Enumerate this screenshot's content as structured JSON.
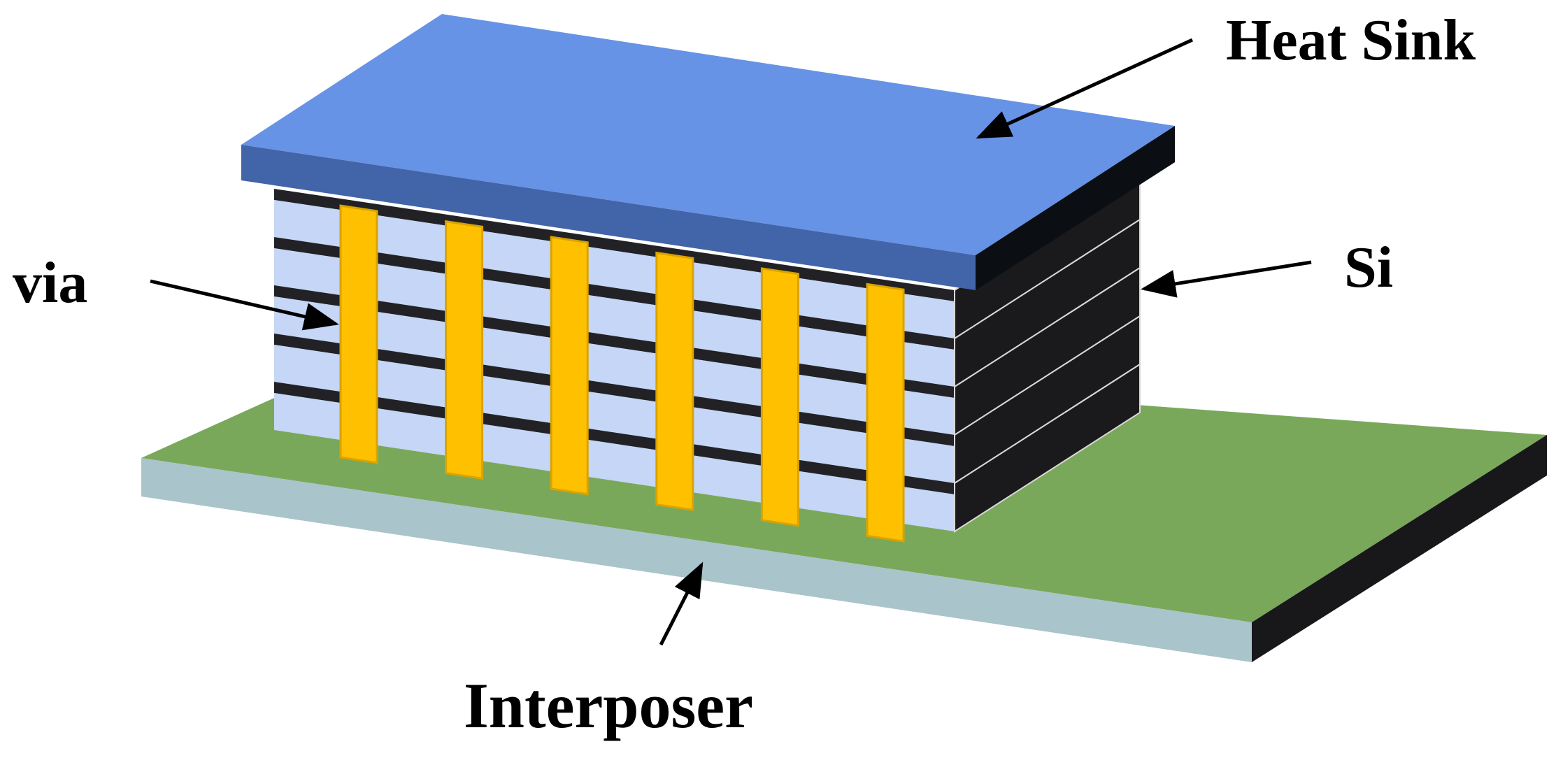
{
  "labels": {
    "heat_sink": "Heat Sink",
    "si": "Si",
    "via": "via",
    "interposer": "Interposer"
  },
  "structure": {
    "si_layer_count": 5,
    "via_count": 6
  },
  "colors": {
    "heat_sink_top": "#6793E6",
    "heat_sink_front": "#4264A8",
    "heat_sink_side": "#0B0F14",
    "si_layer_front": "#C5D6F6",
    "si_layer_side": "#1A1A1C",
    "layer_gap": "#222226",
    "via_fill": "#FFC000",
    "via_edge": "#D9A300",
    "interposer_top": "#7AA85A",
    "interposer_front": "#A9C4CA",
    "interposer_side": "#18181A",
    "arrow": "#000000"
  }
}
